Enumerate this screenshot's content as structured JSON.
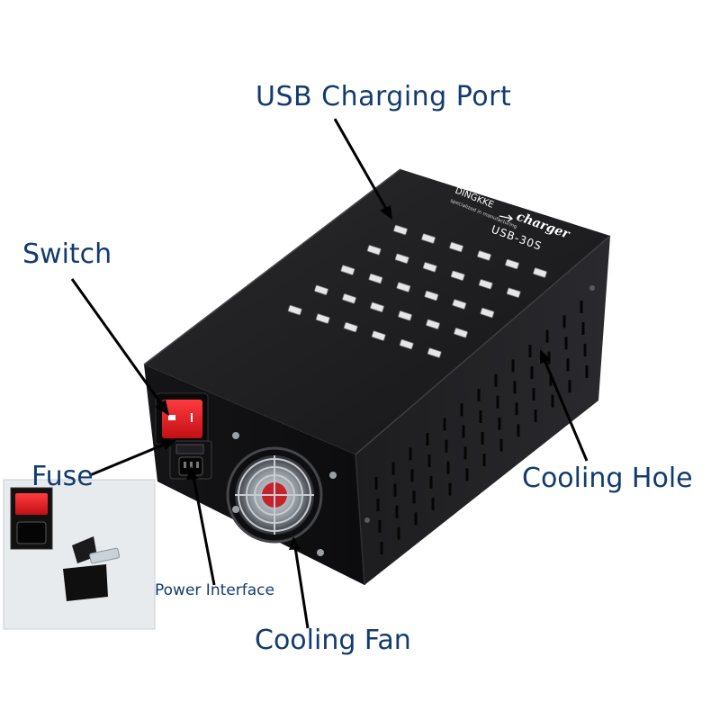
{
  "diagram": {
    "device": {
      "brand": "DINGKKE",
      "brand_tagline": "specialized in manufacturing",
      "product_name": "charger",
      "model": "USB-30S",
      "body_color": "#1b1b1d",
      "switch_color": "#e0191f",
      "usb_port_count": 30
    },
    "callouts": [
      {
        "id": "usb",
        "label": "USB Charging Port"
      },
      {
        "id": "switch",
        "label": "Switch"
      },
      {
        "id": "fuse",
        "label": "Fuse"
      },
      {
        "id": "hole",
        "label": "Cooling Hole"
      },
      {
        "id": "power",
        "label": "Power Interface"
      },
      {
        "id": "fan",
        "label": "Cooling Fan"
      }
    ],
    "label_color": "#123b6e",
    "arrow_color": "#000000"
  }
}
